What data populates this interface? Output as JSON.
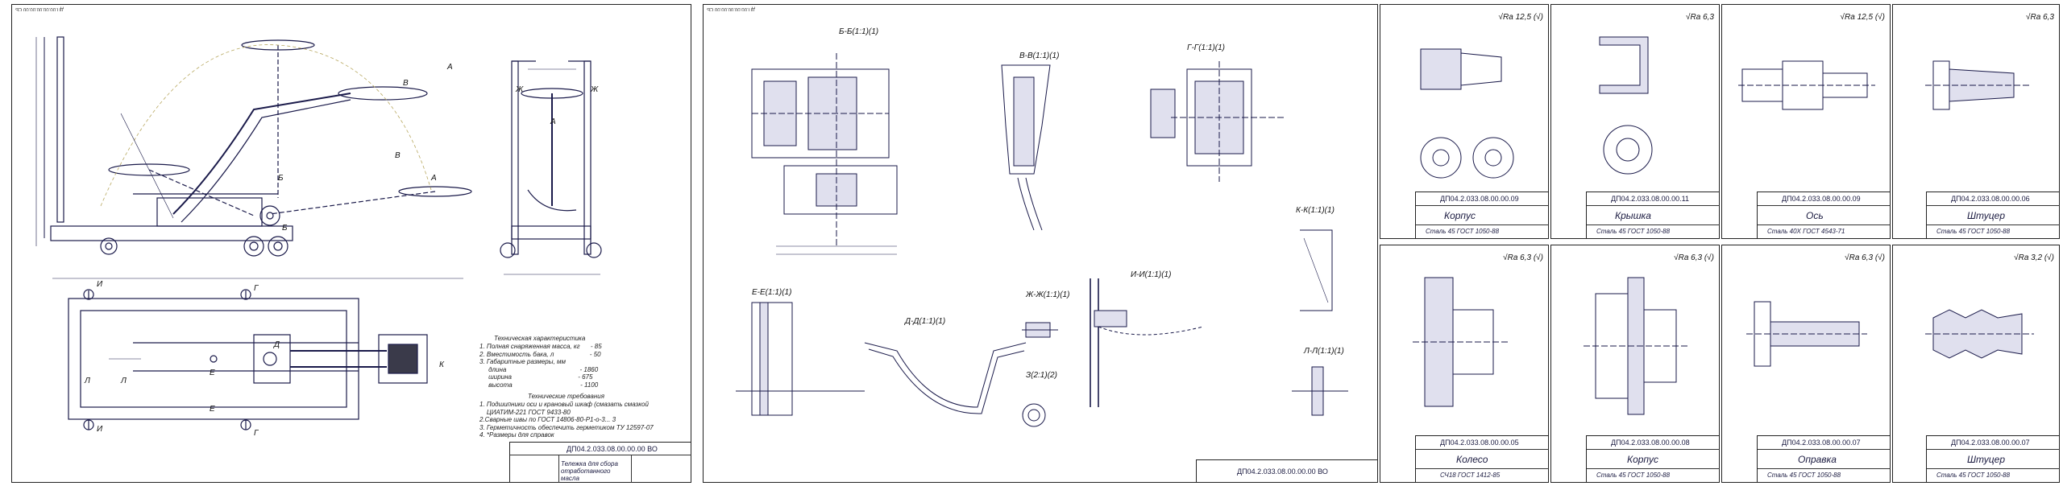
{
  "main_sheet": {
    "stamp": "ДП.00.00.00.00.00 СБ",
    "title_code": "ДП04.2.033.08.00.00.00 ВО",
    "title_name": "Тележка для сбора отработанного масла",
    "view_a": "А",
    "specs_heading": "Техническая характеристика",
    "specs": "1. Полная снаряженная масса, кг      - 85\n2. Вместимость бака, л                    - 50\n3. Габаритные размеры, мм\n     длина                                         - 1860\n     ширина                                     - 675\n     высота                                      - 1100",
    "req_heading": "Технические требования",
    "reqs": "1. Подшипники оси и крановый шкаф (смазать смазкой\n    ЦИАТИМ-221 ГОСТ 9433-80\n2.Сварные швы по ГОСТ 14806-80-Р1-о-3... 3\n3. Герметичность обеспечить герметиком ТУ 12597-07\n4. *Размеры для справок"
  },
  "sections_sheet": {
    "stamp": "ДП.00.00.00.00.00 СБ",
    "title_code": "ДП04.2.033.08.00.00.00 ВО",
    "views": [
      "Б-Б(1:1)(1)",
      "В-В(1:1)(1)",
      "Г-Г(1:1)(1)",
      "Е-Е(1:1)(1)",
      "Д-Д(1:1)(1)",
      "Ж-Ж(1:1)(1)",
      "И-И(1:1)(1)",
      "К-К(1:1)(1)",
      "Л-Л(1:1)(1)",
      "З(2:1)(2)"
    ]
  },
  "parts": [
    {
      "name": "Корпус",
      "code": "ДП04.2.033.08.00.00.09",
      "material": "Сталь 45 ГОСТ 1050-88",
      "rough": "√Ra 12,5 (√)"
    },
    {
      "name": "Крышка",
      "code": "ДП04.2.033.08.00.00.11",
      "material": "Сталь 45 ГОСТ 1050-88",
      "rough": "√Ra 6,3"
    },
    {
      "name": "Ось",
      "code": "ДП04.2.033.08.00.00.09",
      "material": "Сталь 40Х ГОСТ 4543-71",
      "rough": "√Ra 12,5 (√)"
    },
    {
      "name": "Штуцер",
      "code": "ДП04.2.033.08.00.00.06",
      "material": "Сталь 45 ГОСТ 1050-88",
      "rough": "√Ra 6,3"
    },
    {
      "name": "Колесо",
      "code": "ДП04.2.033.08.00.00.05",
      "material": "СЧ18 ГОСТ 1412-85",
      "rough": "√Ra 6,3 (√)"
    },
    {
      "name": "Корпус",
      "code": "ДП04.2.033.08.00.00.08",
      "material": "Сталь 45 ГОСТ 1050-88",
      "rough": "√Ra 6,3 (√)"
    },
    {
      "name": "Оправка",
      "code": "ДП04.2.033.08.00.00.07",
      "material": "Сталь 45 ГОСТ 1050-88",
      "rough": "√Ra 6,3 (√)"
    },
    {
      "name": "Штуцер",
      "code": "ДП04.2.033.08.00.00.07",
      "material": "Сталь 45 ГОСТ 1050-88",
      "rough": "√Ra 3,2 (√)"
    }
  ]
}
